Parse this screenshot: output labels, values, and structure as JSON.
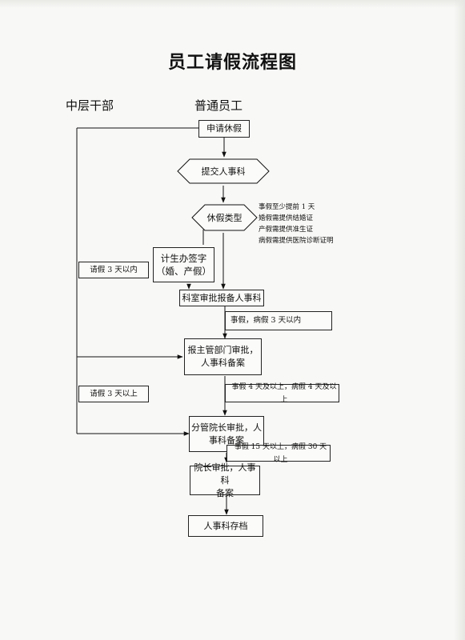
{
  "title": "员工请假流程图",
  "columns": {
    "left": "中层干部",
    "right": "普通员工"
  },
  "nodes": {
    "apply": "申请休假",
    "submit_hr": "提交人事科",
    "leave_type": "休假类型",
    "family_planning": "计生办签字\n（婚、产假）",
    "section_approval": "科室审批报备人事科",
    "dept_head": "报主管部门审批，\n人事科备案",
    "vice_president": "分管院长审批，人\n事科备案",
    "president": "院长审批，人事科\n备案",
    "hr_archive": "人事科存档"
  },
  "conditions": {
    "within_3_left": "请假 3 天以内",
    "over_3_left": "请假 3 天以上",
    "within_3_right": "事假，病假 3 天以内",
    "over_4_right": "事假 4 天及以上，病假 4 天及以上",
    "over_15_right": "事假 15 天以上，病假 30 天以上"
  },
  "leave_notes": [
    "事假至少提前 1 天",
    "婚假需提供结婚证",
    "产假需提供准生证",
    "病假需提供医院诊断证明"
  ]
}
